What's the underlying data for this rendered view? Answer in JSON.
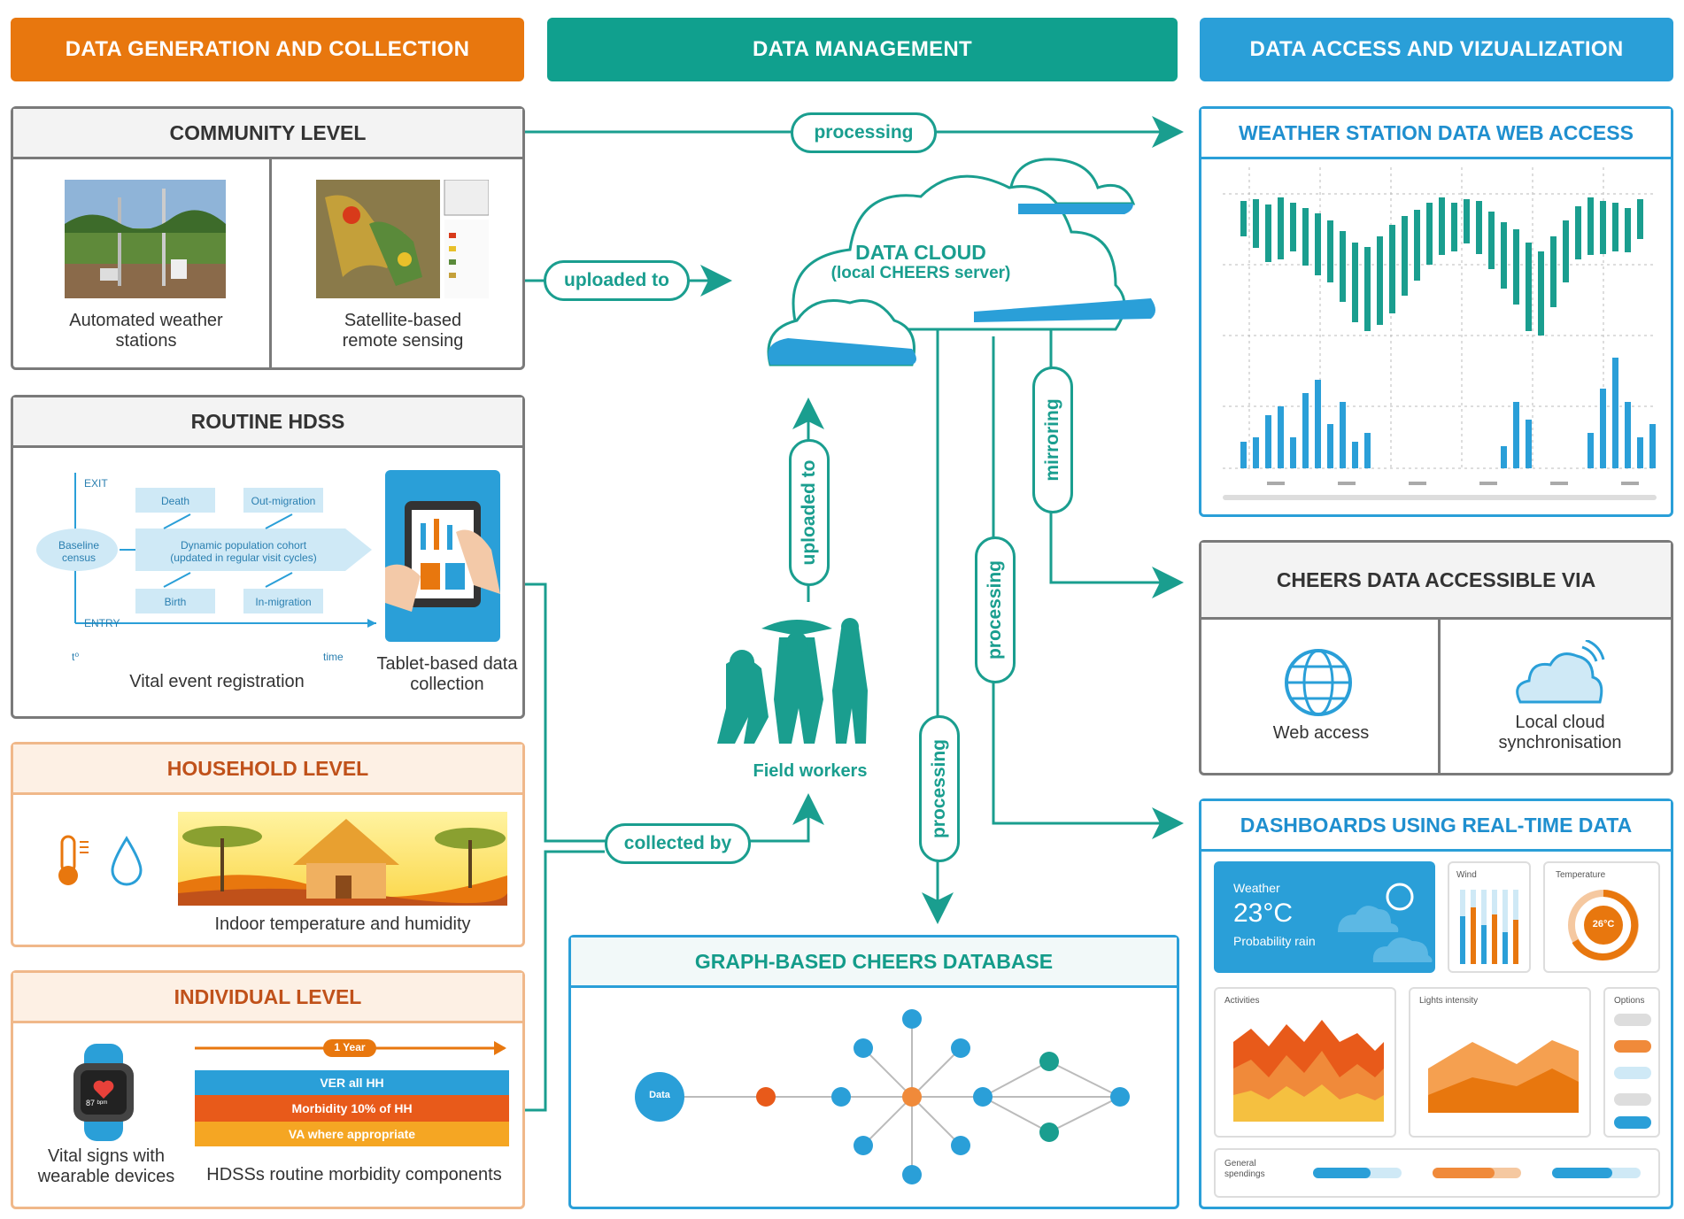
{
  "headers": {
    "gen": "DATA GENERATION AND COLLECTION",
    "mgmt": "DATA MANAGEMENT",
    "access": "DATA ACCESS AND VIZUALIZATION"
  },
  "community": {
    "title": "COMMUNITY LEVEL",
    "aws": "Automated weather stations",
    "sat": "Satellite-based remote sensing"
  },
  "hdss": {
    "title": "ROUTINE HDSS",
    "exit": "EXIT",
    "entry": "ENTRY",
    "baseline": "Baseline census",
    "death": "Death",
    "outmig": "Out-migration",
    "cohort1": "Dynamic population cohort",
    "cohort2": "(updated in regular visit cycles)",
    "birth": "Birth",
    "inmig": "In-migration",
    "t0": "t⁰",
    "time": "time",
    "vital": "Vital event registration",
    "tablet": "Tablet-based data collection"
  },
  "household": {
    "title": "HOUSEHOLD LEVEL",
    "indoor": "Indoor temperature and humidity"
  },
  "individual": {
    "title": "INDIVIDUAL LEVEL",
    "year": "1 Year",
    "watch_time": "87 ᵇᵖᵐ",
    "ver": "VER all HH",
    "morb": "Morbidity 10% of HH",
    "va": "VA where appropriate",
    "vital": "Vital signs with wearable devices",
    "hdss": "HDSSs routine morbidity components"
  },
  "flow": {
    "processing": "processing",
    "uploaded_to": "uploaded to",
    "cloud1": "DATA CLOUD",
    "cloud2": "(local CHEERS server)",
    "mirroring": "mirroring",
    "field_workers": "Field workers",
    "collected_by": "collected by",
    "data_node": "Data"
  },
  "weather": {
    "title": "WEATHER STATION DATA WEB ACCESS"
  },
  "accessible": {
    "title": "CHEERS DATA ACCESSIBLE VIA",
    "web": "Web access",
    "local": "Local cloud synchronisation"
  },
  "dash": {
    "title": "DASHBOARDS USING REAL-TIME DATA",
    "weather": "Weather",
    "temp": "23°C",
    "rain": "Probability rain",
    "wind": "Wind",
    "temperature": "Temperature",
    "gauge": "26°C",
    "activities": "Activities",
    "lights": "Lights intensity",
    "options": "Options",
    "spendings": "General spendings"
  },
  "db": {
    "title": "GRAPH-BASED CHEERS DATABASE"
  },
  "colors": {
    "orange": "#e8770e",
    "teal": "#10a08e",
    "blue": "#2a9fd8"
  }
}
